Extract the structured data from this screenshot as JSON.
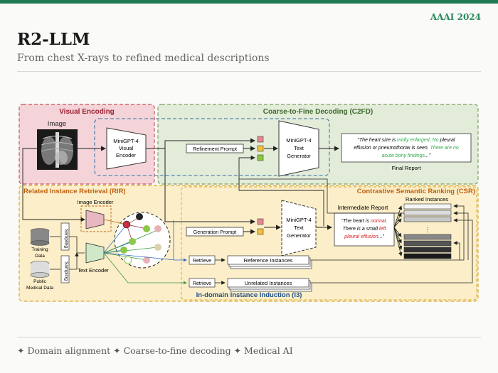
{
  "header": {
    "venue": "AAAI 2024",
    "title": "R2-LLM",
    "subtitle": "From chest X-rays to refined medical descriptions"
  },
  "diagram": {
    "sections": {
      "visual_encoding": "Visual Encoding",
      "c2fd": "Coarse-to-Fine Decoding (C2FD)",
      "rir": "Related Instance Retrieval (RIR)",
      "csr": "Contrastive Semantic Ranking (CSR)",
      "i3": "In-domain Instance Induction (I3)"
    },
    "labels": {
      "image": "Image",
      "visual_encoder": [
        "MiniGPT-4",
        "Visual",
        "Encoder"
      ],
      "text_generator_top": [
        "MiniGPT-4",
        "Text",
        "Generator"
      ],
      "text_generator_bottom": [
        "MiniGPT-4",
        "Text",
        "Generator"
      ],
      "refinement_prompt": "Refinement Prompt",
      "generation_prompt": "Generation Prompt",
      "image_encoder": "Image Encoder",
      "text_encoder": "Text Encoder",
      "training_data": [
        "Training",
        "Data"
      ],
      "public_data": [
        "Public",
        "Medical Data"
      ],
      "sampling_1": "Sampling",
      "sampling_2": "Sampling",
      "retrieve_1": "Retrieve",
      "retrieve_2": "Retrieve",
      "reference_instances": "Reference Instances",
      "unrelated_instances": "Unrelated Instances",
      "intermediate_report": "Intermediate Report",
      "final_report": "Final Report",
      "ranked_instances": "Ranked Instances",
      "ellipsis": "⋮"
    },
    "final_report_text": {
      "q_open": "“",
      "p1": "The heart size is ",
      "p1_hl": "midly enlarged",
      "p2": ". ",
      "p2_hl": "No",
      "p3": " pleural",
      "p4": "effusion or pneumothorax is seen. ",
      "p4_hl": "There are no",
      "p5_hl": "acute bony findings",
      "p6": "...",
      "q_close": "”"
    },
    "intermediate_report_text": {
      "p1": "“The heart is ",
      "p1_hl": "normal",
      "p2": ".",
      "p3": "There is a small ",
      "p3_hl": "left",
      "p4_hl": "pleural effusion",
      "p5": "...”"
    },
    "colors": {
      "visual_encoding_bg": "#f4d4d8",
      "visual_encoding_border": "#c9505c",
      "c2fd_bg": "#e2ecd9",
      "c2fd_border": "#7ea060",
      "bottom_bg": "#fbeec8",
      "bottom_border": "#d8a830",
      "section_title_red": "#9b2030",
      "section_title_green": "#3e6a2e",
      "section_title_orange": "#c06010",
      "section_title_blue": "#1d4f8a",
      "highlight_green": "#2ea84a",
      "highlight_red": "#d42020"
    }
  },
  "footer": {
    "items": "✦ Domain alignment ✦ Coarse-to-fine decoding ✦ Medical AI"
  }
}
